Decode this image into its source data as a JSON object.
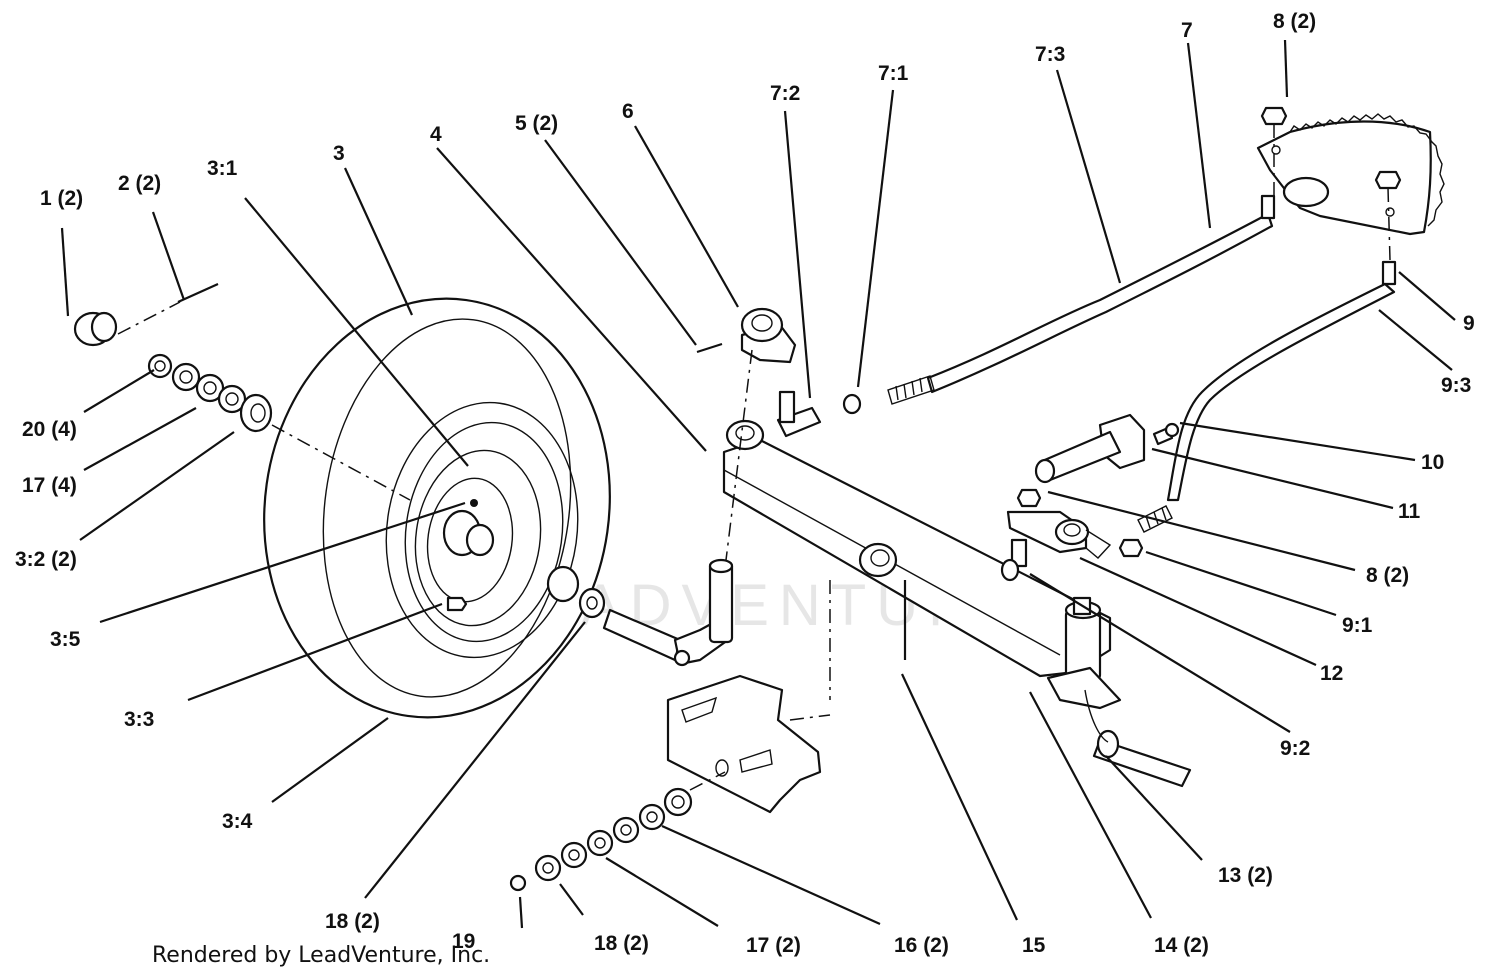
{
  "watermark": "LEADVENTURE",
  "credit": "Rendered by LeadVenture, Inc.",
  "callouts": [
    {
      "id": "c-1",
      "text": "1 (2)"
    },
    {
      "id": "c-2",
      "text": "2 (2)"
    },
    {
      "id": "c-3-1",
      "text": "3:1"
    },
    {
      "id": "c-3",
      "text": "3"
    },
    {
      "id": "c-4",
      "text": "4"
    },
    {
      "id": "c-5",
      "text": "5 (2)"
    },
    {
      "id": "c-6",
      "text": "6"
    },
    {
      "id": "c-7-2",
      "text": "7:2"
    },
    {
      "id": "c-7-1",
      "text": "7:1"
    },
    {
      "id": "c-7-3",
      "text": "7:3"
    },
    {
      "id": "c-7",
      "text": "7"
    },
    {
      "id": "c-8-top",
      "text": "8 (2)"
    },
    {
      "id": "c-9",
      "text": "9"
    },
    {
      "id": "c-9-3",
      "text": "9:3"
    },
    {
      "id": "c-10",
      "text": "10"
    },
    {
      "id": "c-11",
      "text": "11"
    },
    {
      "id": "c-8-mid",
      "text": "8 (2)"
    },
    {
      "id": "c-9-1",
      "text": "9:1"
    },
    {
      "id": "c-12",
      "text": "12"
    },
    {
      "id": "c-9-2",
      "text": "9:2"
    },
    {
      "id": "c-20",
      "text": "20 (4)"
    },
    {
      "id": "c-17-left",
      "text": "17 (4)"
    },
    {
      "id": "c-3-2",
      "text": "3:2 (2)"
    },
    {
      "id": "c-3-5",
      "text": "3:5"
    },
    {
      "id": "c-3-3",
      "text": "3:3"
    },
    {
      "id": "c-3-4",
      "text": "3:4"
    },
    {
      "id": "c-18-left",
      "text": "18 (2)"
    },
    {
      "id": "c-19",
      "text": "19"
    },
    {
      "id": "c-18-bot",
      "text": "18 (2)"
    },
    {
      "id": "c-17-bot",
      "text": "17 (2)"
    },
    {
      "id": "c-16",
      "text": "16 (2)"
    },
    {
      "id": "c-15",
      "text": "15"
    },
    {
      "id": "c-14",
      "text": "14 (2)"
    },
    {
      "id": "c-13",
      "text": "13 (2)"
    }
  ]
}
